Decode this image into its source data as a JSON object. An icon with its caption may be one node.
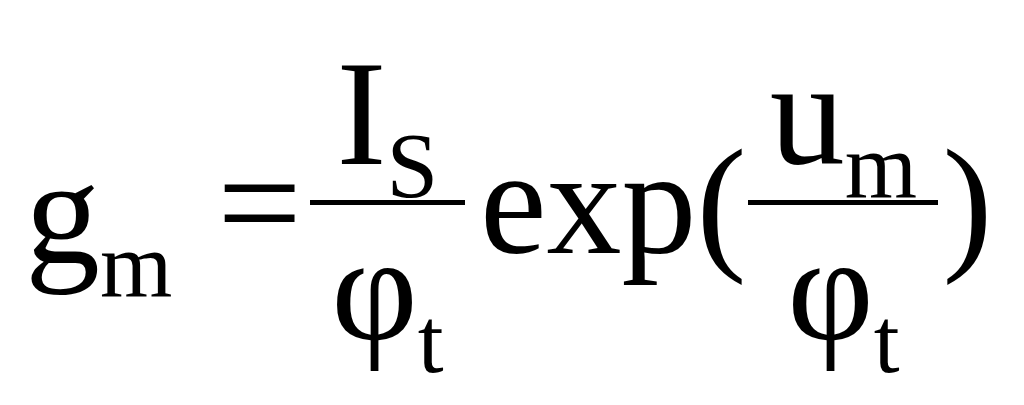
{
  "diagram": {
    "labels": [
      "g$_{m}$",
      "=",
      "I$_{S}$",
      "φ$_{t}$",
      "exp(",
      "u$_{m}$",
      "φ$_{t}$",
      ")"
    ]
  }
}
